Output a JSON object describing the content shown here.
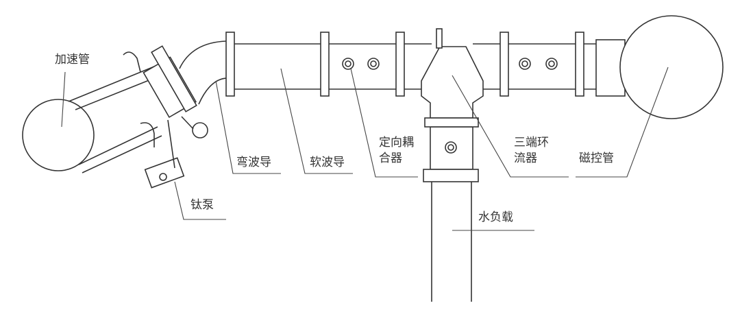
{
  "labels": {
    "accelerator_tube": "加速管",
    "bent_waveguide": "弯波导",
    "soft_waveguide": "软波导",
    "directional_coupler_line1": "定向耦",
    "directional_coupler_line2": "合器",
    "circulator_line1": "三端环",
    "circulator_line2": "流器",
    "magnetron": "磁控管",
    "titanium_pump": "钛泵",
    "water_load": "水负载"
  }
}
